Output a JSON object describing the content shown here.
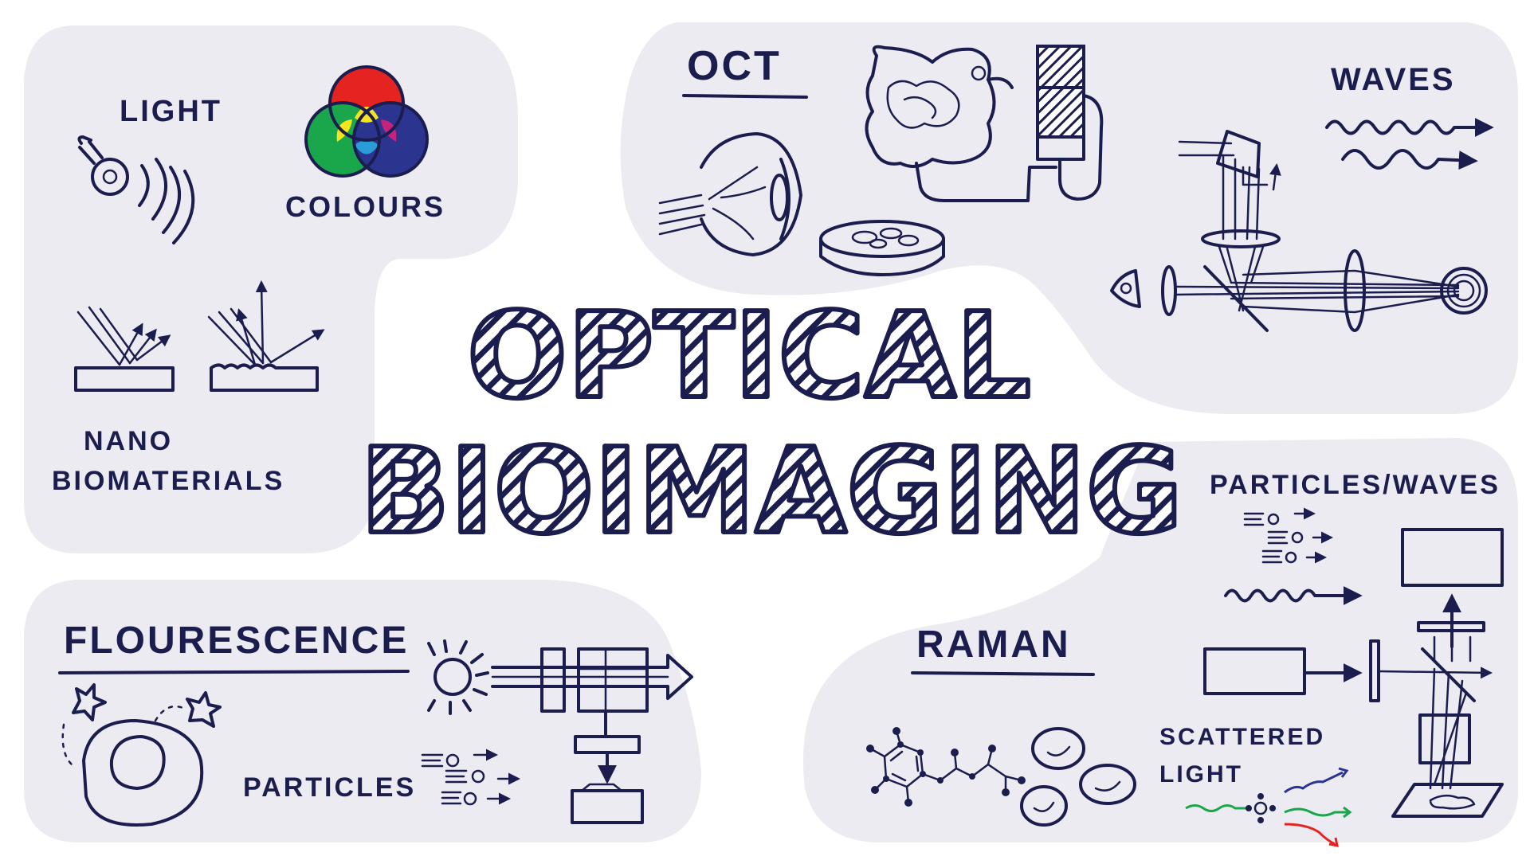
{
  "title": {
    "line1": "OPTICAL",
    "line2": "BIOIMAGING"
  },
  "sections": {
    "light": "LIGHT",
    "colours": "COLOURS",
    "nano_line1": "NANO",
    "nano_line2": "BIOMATERIALS",
    "oct": "OCT",
    "waves": "WAVES",
    "fluorescence": "FLOURESCENCE",
    "particles": "PARTICLES",
    "raman": "RAMAN",
    "particles_waves": "PARTICLES/WAVES",
    "scattered_line1": "SCATTERED",
    "scattered_line2": "LIGHT"
  },
  "colors": {
    "ink": "#1b1d4e",
    "background_blob": "#ecebf2",
    "red": "#e52320",
    "green": "#1aa64a",
    "blue": "#2b3590",
    "yellow": "#f4e51d",
    "magenta": "#c8227f",
    "cyan": "#2a9cd8"
  },
  "icons": [
    "lightbulb-icon",
    "venn-colours-icon",
    "nanomaterial-reflection-icon",
    "eye-icon",
    "intestine-icon",
    "petri-dish-icon",
    "oct-device-icon",
    "optical-setup-icon",
    "wave-arrows-icon",
    "cell-icon",
    "star-icon",
    "sun-icon",
    "filter-beam-icon",
    "particle-arrows-icon",
    "molecule-icon",
    "blood-cells-icon",
    "spectrometer-icon",
    "microscope-stage-icon"
  ]
}
